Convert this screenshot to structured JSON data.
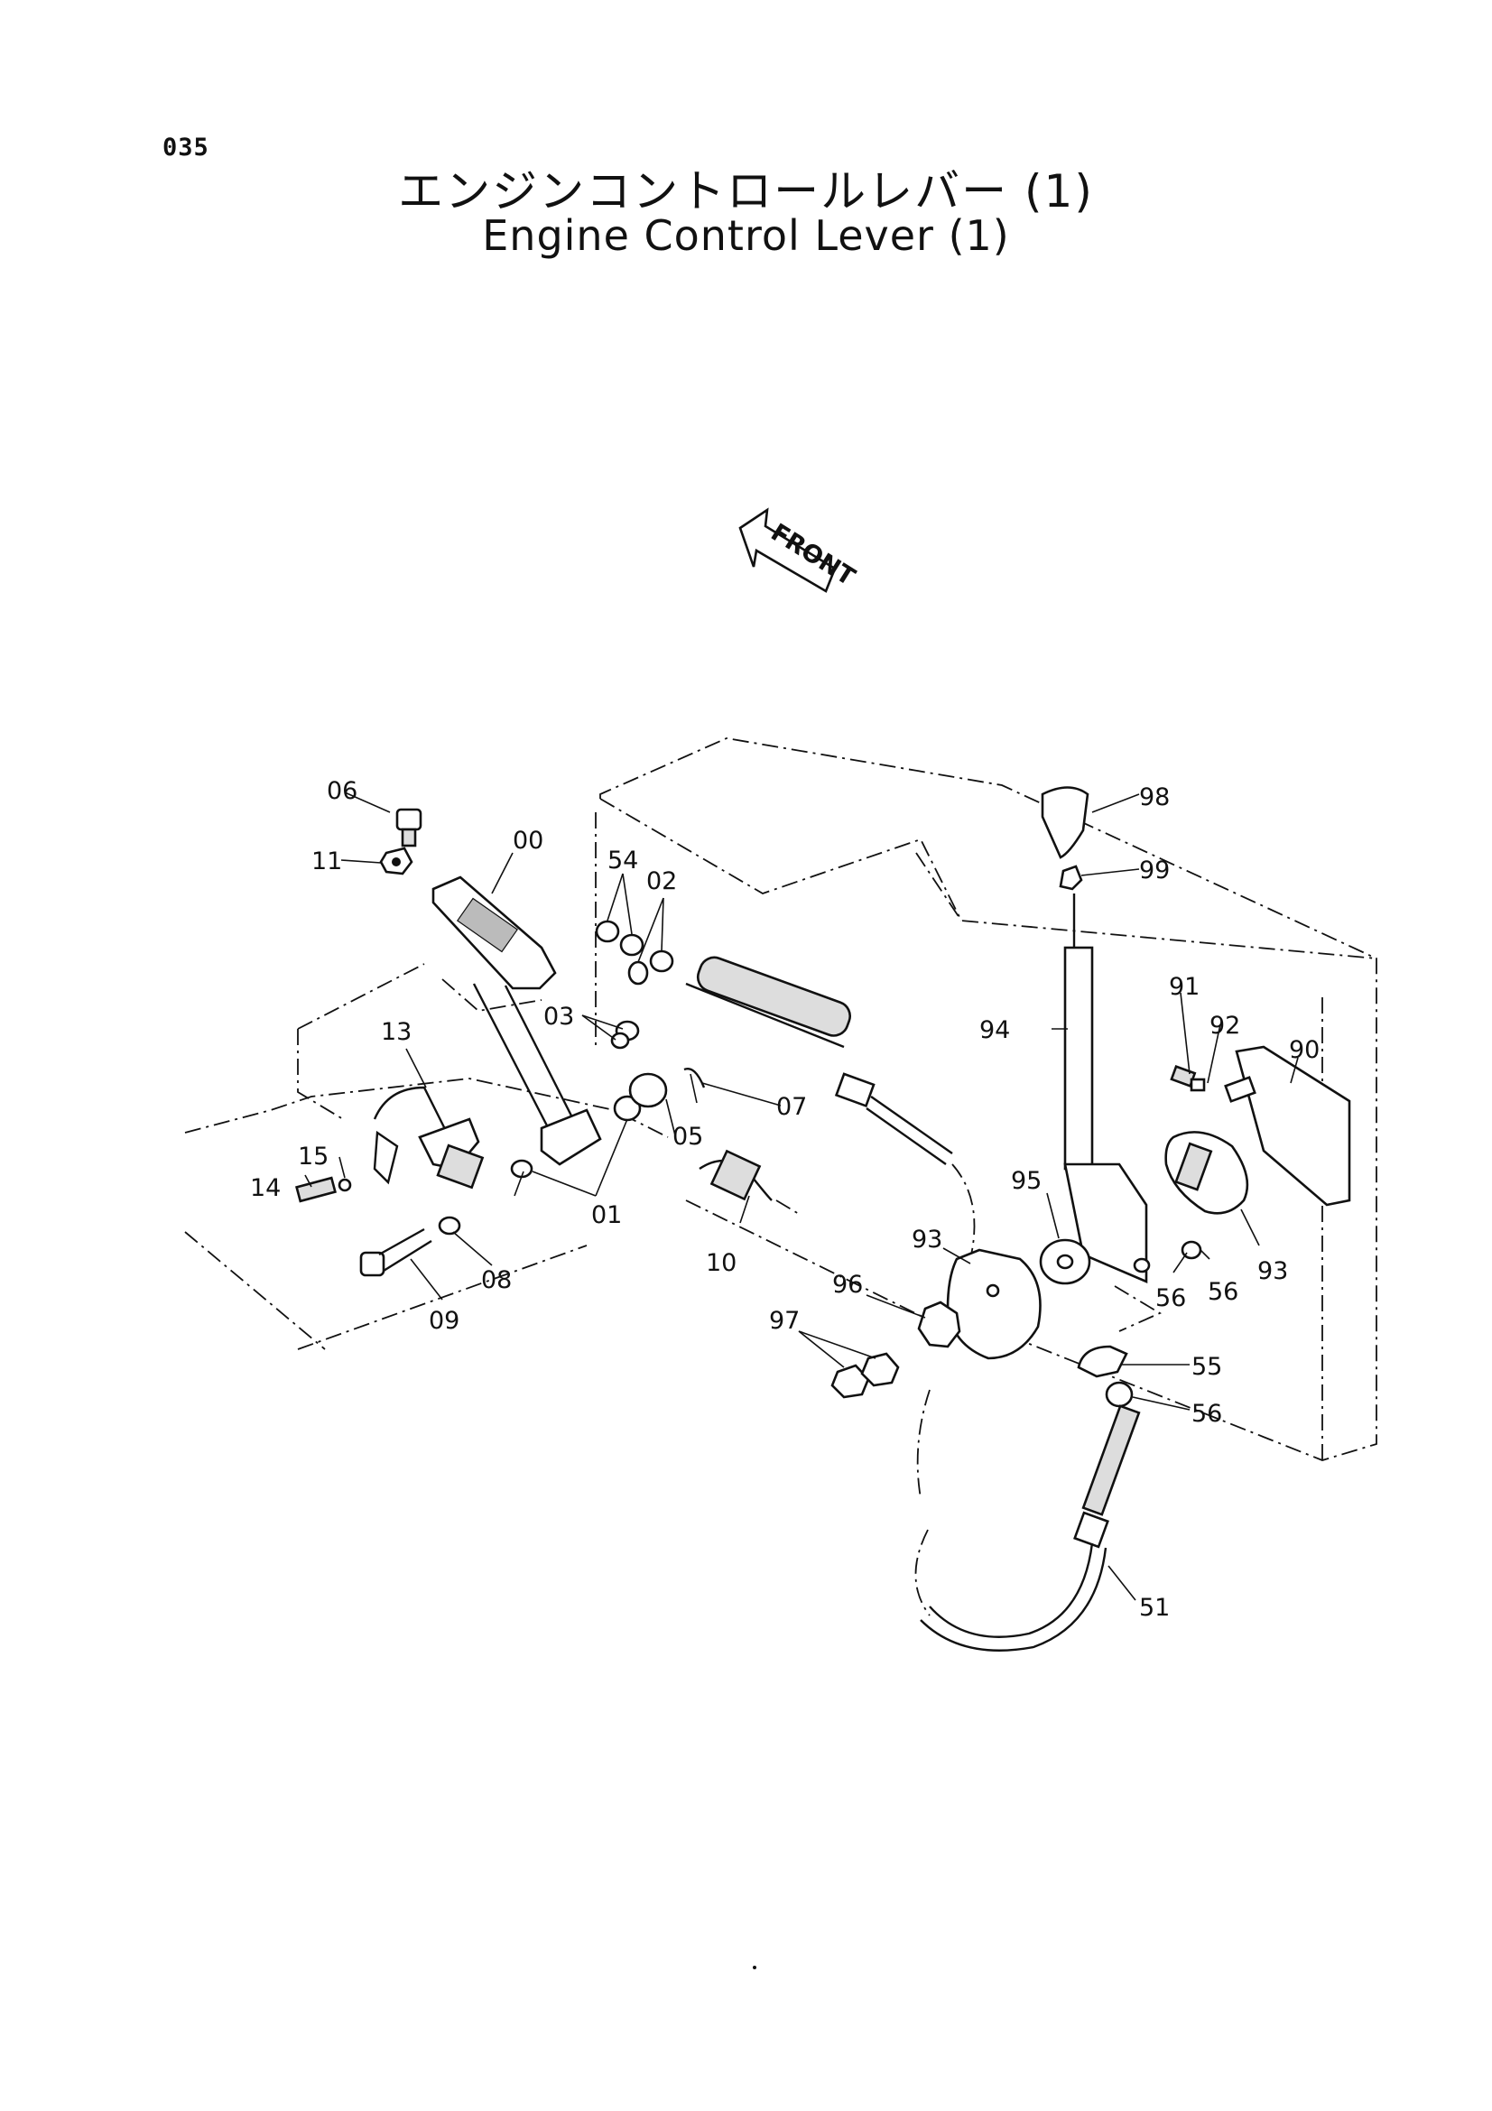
{
  "page_number": "035",
  "title_jp": "エンジンコントロールレバー (1)",
  "title_en": "Engine Control Lever (1)",
  "front_label": "FRONT",
  "callouts": [
    "00",
    "01",
    "02",
    "03",
    "05",
    "06",
    "07",
    "08",
    "09",
    "10",
    "11",
    "13",
    "14",
    "15",
    "51",
    "54",
    "55",
    "56",
    "56",
    "56",
    "90",
    "91",
    "92",
    "93",
    "93",
    "94",
    "95",
    "96",
    "97",
    "98",
    "99"
  ]
}
